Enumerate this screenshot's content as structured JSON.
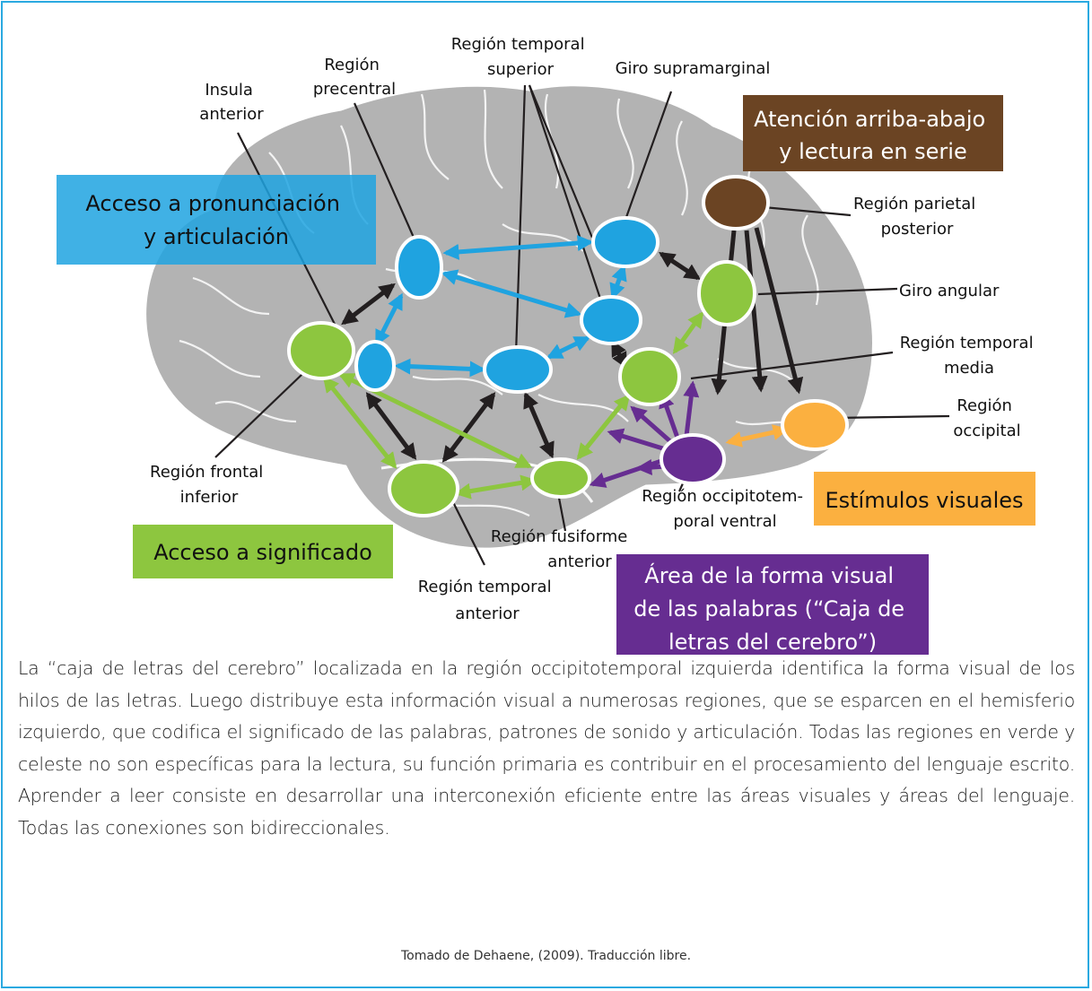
{
  "labels": {
    "insula_anterior": [
      "Insula",
      "anterior"
    ],
    "region_precentral": [
      "Región",
      "precentral"
    ],
    "region_temporal_superior": [
      "Región temporal",
      "superior"
    ],
    "giro_supramarginal": "Giro supramarginal",
    "region_parietal_posterior": [
      "Región parietal",
      "posterior"
    ],
    "giro_angular": "Giro angular",
    "region_temporal_media": [
      "Región temporal",
      "media"
    ],
    "region_occipital": [
      "Región",
      "occipital"
    ],
    "region_occipitotemporal_ventral": [
      "Región occipitotem-",
      "poral ventral"
    ],
    "region_fusiforme_anterior": [
      "Región fusiforme",
      "anterior"
    ],
    "region_temporal_anterior": [
      "Región temporal",
      "anterior"
    ],
    "region_frontal_inferior": [
      "Región frontal",
      "inferior"
    ]
  },
  "boxes": {
    "pronunciacion": [
      "Acceso a pronunciación",
      "y articulación"
    ],
    "atencion": [
      "Atención arriba-abajo",
      "y lectura en serie"
    ],
    "estimulos": "Estímulos visuales",
    "significado": "Acceso a significado",
    "forma_visual": [
      "Área de la forma visual",
      "de las palabras (“Caja de",
      "letras del cerebro”)"
    ]
  },
  "colors": {
    "blue": "#1fa3e0",
    "green": "#8dc63f",
    "brown": "#6b4423",
    "orange": "#fbb040",
    "purple": "#662d91",
    "brain": "#b3b3b3",
    "frame": "#2aa9e0"
  },
  "description": "La “caja de letras del cerebro” localizada en la región occipitotemporal izquierda identifica la forma visual de los hilos de las letras. Luego distribuye esta información visual a numerosas regiones, que se esparcen en el hemisferio izquierdo, que codifica el significado de las palabras, patrones de sonido y articulación. Todas las regiones en verde y celeste no son específicas para la lectura, su función primaria es contribuir en el procesamiento del lenguaje escrito. Aprender a leer consiste en desarrollar una interconexión eficiente entre las áreas visuales y áreas del lenguaje. Todas las conexiones son bidireccionales.",
  "credit": "Tomado de Dehaene, (2009). Traducción libre."
}
